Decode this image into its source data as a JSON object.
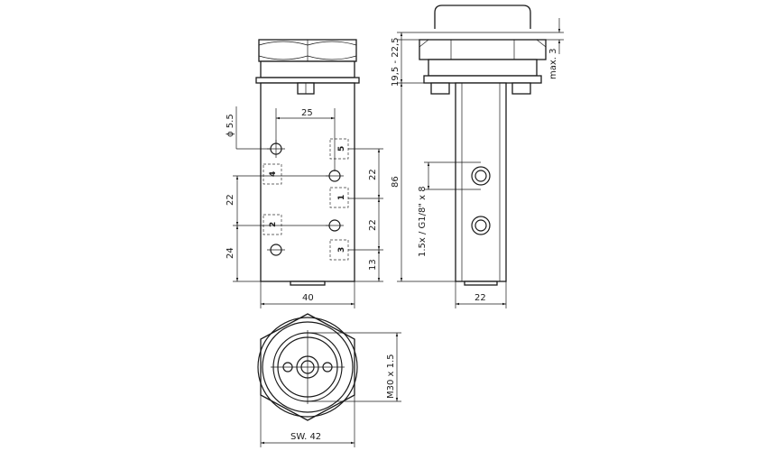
{
  "front_view": {
    "hole_diameter": "ϕ 5.5",
    "hole_spacing_horizontal": "25",
    "spacing_left_upper": "22",
    "spacing_left_lower": "24",
    "spacing_right_upper": "22",
    "spacing_right_lower": "22",
    "bottom_offset": "13",
    "width": "40",
    "ports": [
      "5",
      "4",
      "1",
      "2",
      "3"
    ]
  },
  "side_view": {
    "height": "86",
    "thread_range": "19,5 - 22,5",
    "max_value": "max. 3",
    "port_thread": "1.5x / G1/8\" x 8",
    "width": "22"
  },
  "bottom_view": {
    "mount_thread": "M30 x 1.5",
    "wrench_size": "SW. 42"
  }
}
